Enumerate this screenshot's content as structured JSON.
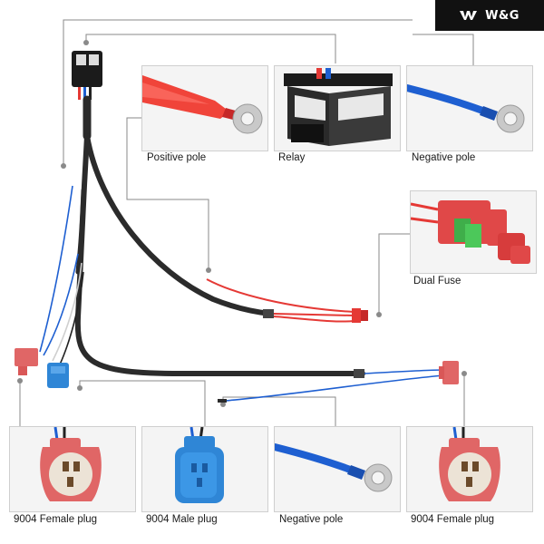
{
  "brand": {
    "text": "W&G"
  },
  "labels": {
    "positive_pole": "Positive pole",
    "relay": "Relay",
    "negative_pole_top": "Negative pole",
    "dual_fuse": "Dual Fuse",
    "female_plug_left": "9004 Female plug",
    "male_plug": "9004 Male plug",
    "negative_pole_bottom": "Negative pole",
    "female_plug_right": "9004 Female plug"
  },
  "colors": {
    "cable": "#2b2b2b",
    "red_wire": "#e53935",
    "blue_wire": "#1e5fd1",
    "plug_red": "#e06666",
    "plug_blue": "#2f86d6",
    "ring_terminal": "#c9c9c9",
    "leader": "#8a8a8a"
  }
}
